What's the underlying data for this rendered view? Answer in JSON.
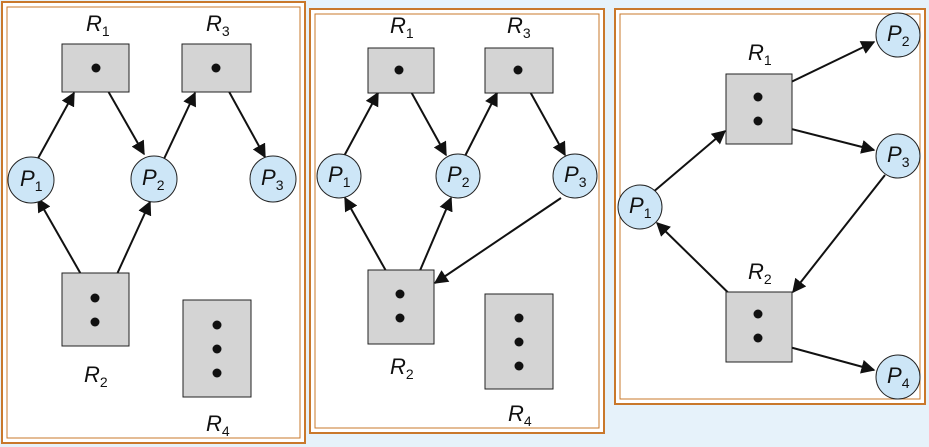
{
  "panels": [
    {
      "resources": [
        {
          "id": "R1",
          "letter": "R",
          "sub": "1"
        },
        {
          "id": "R3",
          "letter": "R",
          "sub": "3"
        },
        {
          "id": "R2",
          "letter": "R",
          "sub": "2"
        },
        {
          "id": "R4",
          "letter": "R",
          "sub": "4"
        }
      ],
      "processes": [
        {
          "id": "P1",
          "letter": "P",
          "sub": "1"
        },
        {
          "id": "P2",
          "letter": "P",
          "sub": "2"
        },
        {
          "id": "P3",
          "letter": "P",
          "sub": "3"
        }
      ],
      "edges": [
        {
          "from": "P1",
          "to": "R1",
          "kind": "request"
        },
        {
          "from": "R1",
          "to": "P2",
          "kind": "assignment"
        },
        {
          "from": "P2",
          "to": "R3",
          "kind": "request"
        },
        {
          "from": "R3",
          "to": "P3",
          "kind": "assignment"
        },
        {
          "from": "R2",
          "to": "P1",
          "kind": "assignment"
        },
        {
          "from": "R2",
          "to": "P2",
          "kind": "assignment"
        }
      ]
    },
    {
      "resources": [
        {
          "id": "R1",
          "letter": "R",
          "sub": "1"
        },
        {
          "id": "R3",
          "letter": "R",
          "sub": "3"
        },
        {
          "id": "R2",
          "letter": "R",
          "sub": "2"
        },
        {
          "id": "R4",
          "letter": "R",
          "sub": "4"
        }
      ],
      "processes": [
        {
          "id": "P1",
          "letter": "P",
          "sub": "1"
        },
        {
          "id": "P2",
          "letter": "P",
          "sub": "2"
        },
        {
          "id": "P3",
          "letter": "P",
          "sub": "3"
        }
      ],
      "edges": [
        {
          "from": "P1",
          "to": "R1",
          "kind": "request"
        },
        {
          "from": "R1",
          "to": "P2",
          "kind": "assignment"
        },
        {
          "from": "P2",
          "to": "R3",
          "kind": "request"
        },
        {
          "from": "R3",
          "to": "P3",
          "kind": "assignment"
        },
        {
          "from": "R2",
          "to": "P1",
          "kind": "assignment"
        },
        {
          "from": "R2",
          "to": "P2",
          "kind": "assignment"
        },
        {
          "from": "P3",
          "to": "R2",
          "kind": "request"
        }
      ]
    },
    {
      "resources": [
        {
          "id": "R1",
          "letter": "R",
          "sub": "1"
        },
        {
          "id": "R2",
          "letter": "R",
          "sub": "2"
        }
      ],
      "processes": [
        {
          "id": "P1",
          "letter": "P",
          "sub": "1"
        },
        {
          "id": "P2",
          "letter": "P",
          "sub": "2"
        },
        {
          "id": "P3",
          "letter": "P",
          "sub": "3"
        },
        {
          "id": "P4",
          "letter": "P",
          "sub": "4"
        }
      ],
      "edges": [
        {
          "from": "P1",
          "to": "R1",
          "kind": "request"
        },
        {
          "from": "R1",
          "to": "P2",
          "kind": "assignment"
        },
        {
          "from": "R1",
          "to": "P3",
          "kind": "assignment"
        },
        {
          "from": "P3",
          "to": "R2",
          "kind": "request"
        },
        {
          "from": "R2",
          "to": "P1",
          "kind": "assignment"
        },
        {
          "from": "R2",
          "to": "P4",
          "kind": "assignment"
        }
      ]
    }
  ]
}
